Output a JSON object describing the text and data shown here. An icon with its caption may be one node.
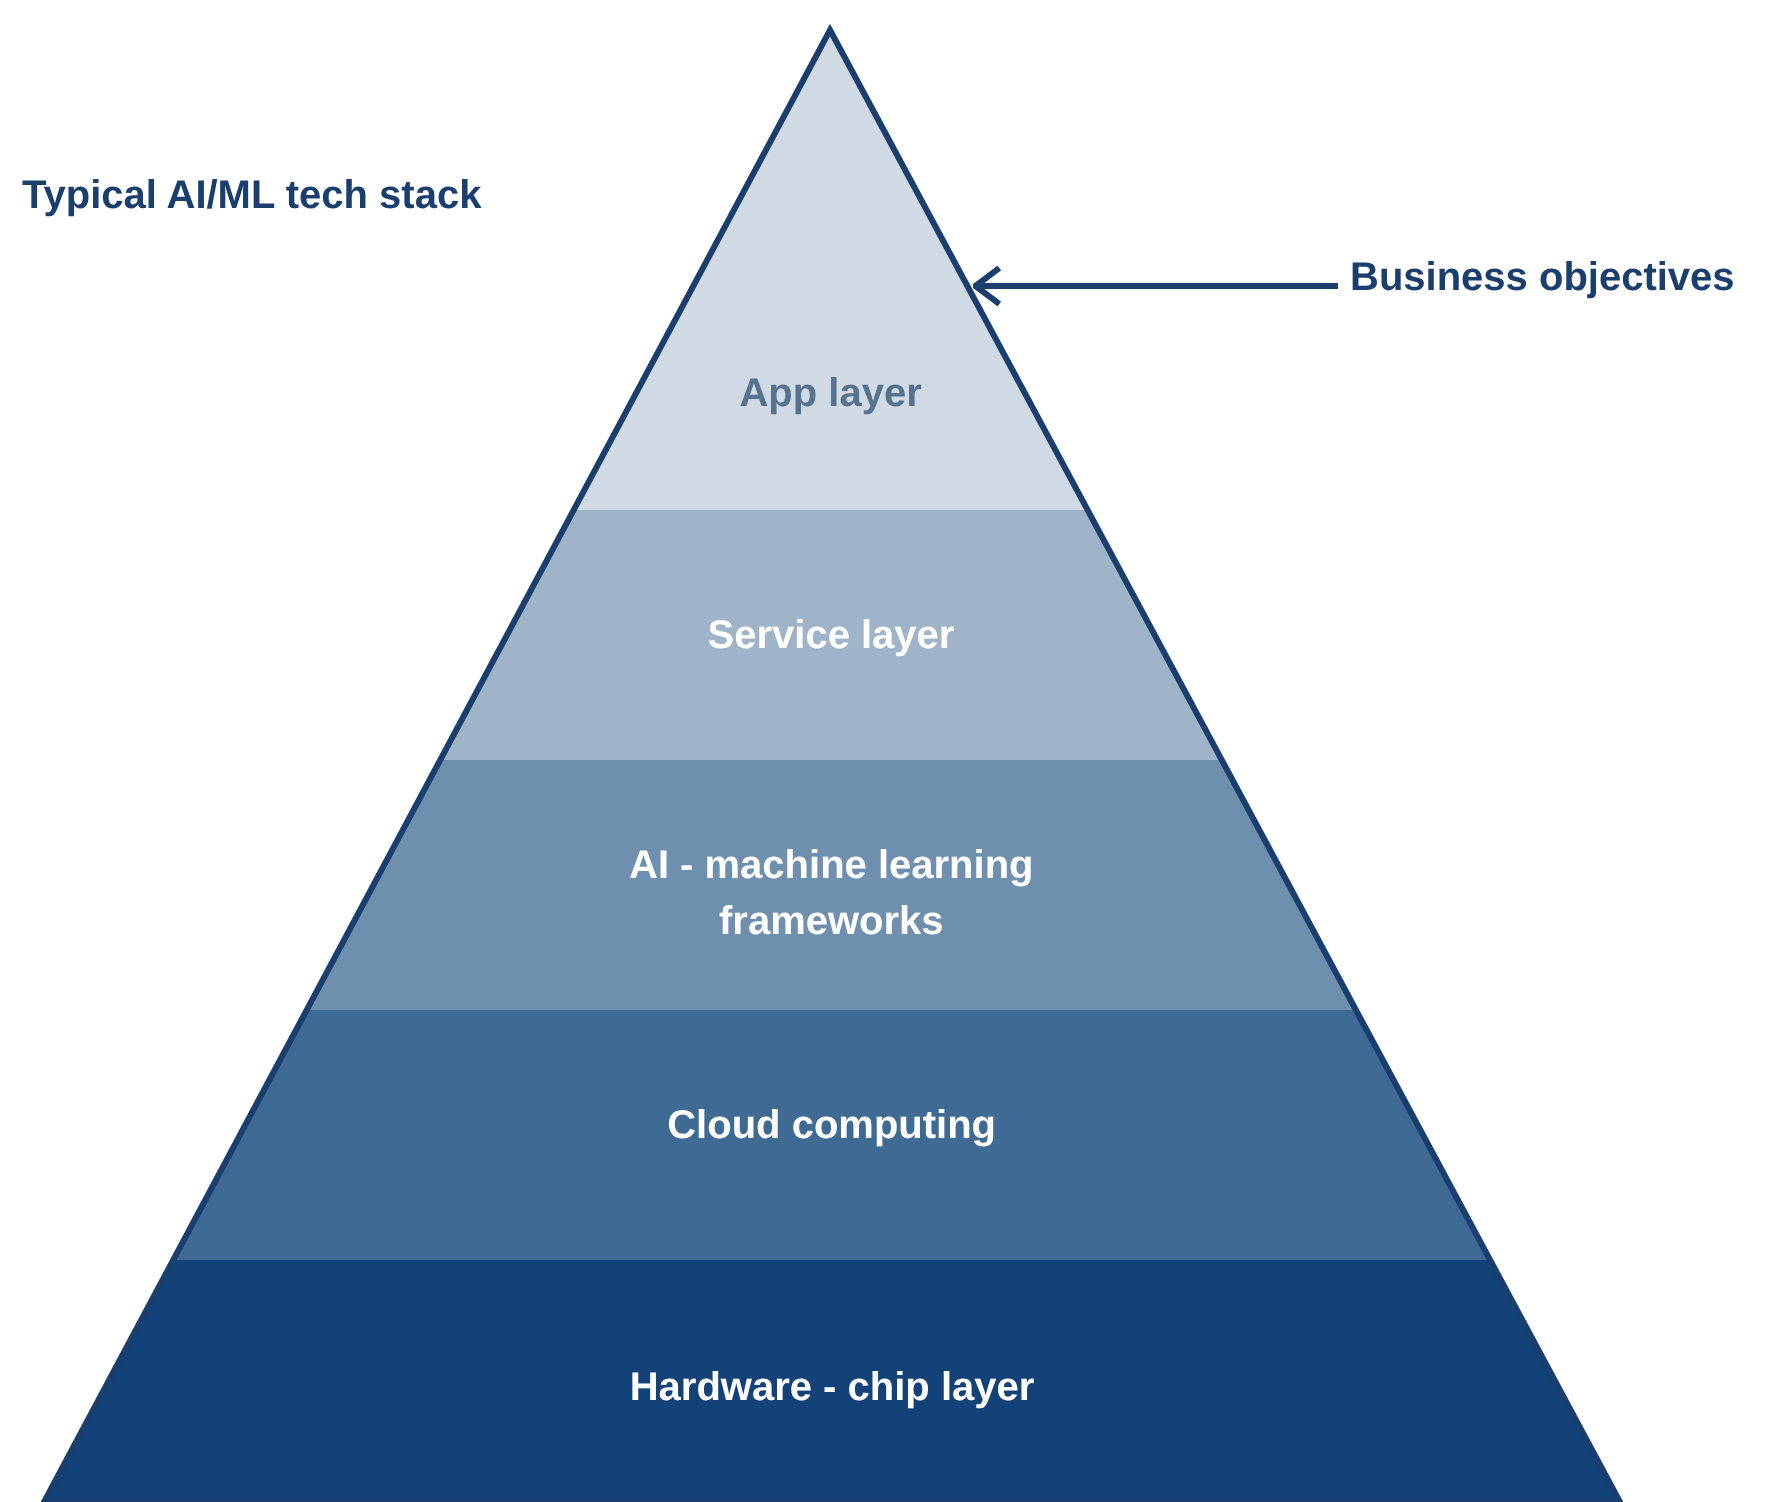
{
  "diagram": {
    "title": "Typical AI/ML tech stack",
    "nodes": [
      {
        "text": [
          "App layer"
        ]
      },
      {
        "text": [
          "Service layer"
        ]
      },
      {
        "text": [
          "AI - machine learning frameworks"
        ]
      },
      {
        "text": [
          "Cloud computing"
        ]
      },
      {
        "text": [
          "Hardware - chip layer"
        ]
      },
      {
        "text": [
          "Business objectives"
        ]
      }
    ],
    "edges": [
      {
        "from": 5,
        "to": 0,
        "arrow": "to"
      }
    ]
  }
}
